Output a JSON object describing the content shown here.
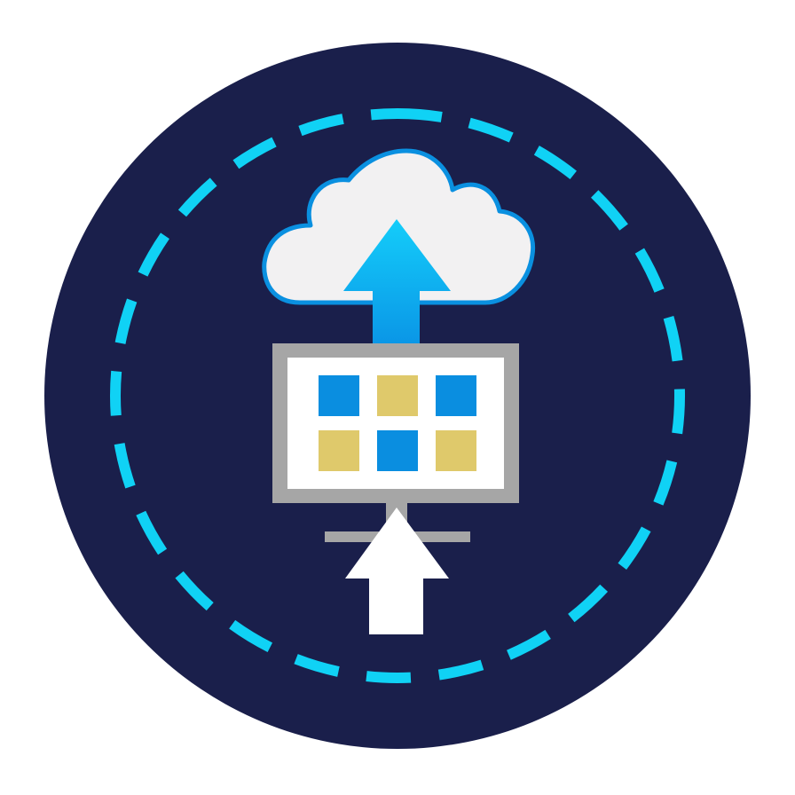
{
  "illustration": {
    "name": "cloud-upload-app-migration",
    "icons": [
      "dashed-ring-icon",
      "cloud-icon",
      "upload-arrow-icon",
      "monitor-icon",
      "app-tile-grid-icon",
      "input-arrow-icon"
    ],
    "colors": {
      "page_background": "#ffffff",
      "badge_background": "#1a1f4b",
      "dashed_ring": "#10d2f5",
      "cloud_fill": "#f2f1f2",
      "cloud_outline": "#0a90e0",
      "upload_arrow_top": "#14cdfa",
      "upload_arrow_bottom": "#0a95e6",
      "monitor_frame": "#a6a6a6",
      "monitor_screen": "#ffffff",
      "tile_blue": "#0a8ee0",
      "tile_gold": "#dfc96b",
      "input_arrow": "#ffffff"
    },
    "tile_grid": {
      "rows": 2,
      "columns": 3,
      "tiles": [
        "blue",
        "gold",
        "blue",
        "gold",
        "blue",
        "gold"
      ]
    }
  }
}
